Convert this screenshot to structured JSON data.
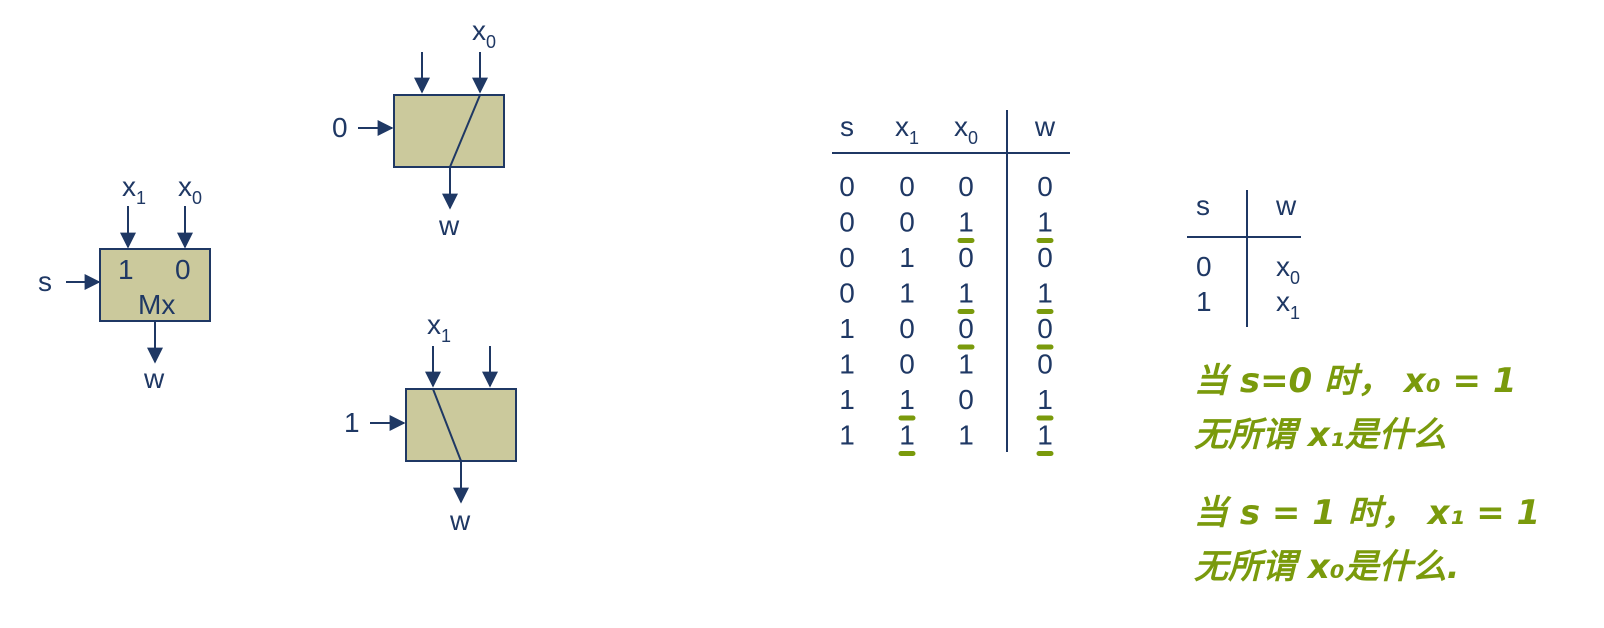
{
  "mux_symbol": {
    "input_1": "x",
    "input_1_sub": "1",
    "input_0": "x",
    "input_0_sub": "0",
    "select": "s",
    "port_1": "1",
    "port_0": "0",
    "name": "Mx",
    "output": "w"
  },
  "mux_case_0": {
    "select_value": "0",
    "input": "x",
    "input_sub": "0",
    "output": "w"
  },
  "mux_case_1": {
    "select_value": "1",
    "input": "x",
    "input_sub": "1",
    "output": "w"
  },
  "truth_table": {
    "headers": [
      {
        "text": "s",
        "sub": ""
      },
      {
        "text": "x",
        "sub": "1"
      },
      {
        "text": "x",
        "sub": "0"
      },
      {
        "text": "w",
        "sub": ""
      }
    ],
    "rows": [
      [
        "0",
        "0",
        "0",
        "0"
      ],
      [
        "0",
        "0",
        "1",
        "1"
      ],
      [
        "0",
        "1",
        "0",
        "0"
      ],
      [
        "0",
        "1",
        "1",
        "1"
      ],
      [
        "1",
        "0",
        "0",
        "0"
      ],
      [
        "1",
        "0",
        "1",
        "0"
      ],
      [
        "1",
        "1",
        "0",
        "1"
      ],
      [
        "1",
        "1",
        "1",
        "1"
      ]
    ],
    "underlined": [
      [
        1,
        2
      ],
      [
        1,
        3
      ],
      [
        3,
        2
      ],
      [
        3,
        3
      ],
      [
        4,
        2
      ],
      [
        4,
        3
      ],
      [
        6,
        1
      ],
      [
        6,
        3
      ],
      [
        7,
        1
      ],
      [
        7,
        3
      ]
    ]
  },
  "compact_table": {
    "headers": [
      "s",
      "w"
    ],
    "rows": [
      {
        "s": "0",
        "w": "x",
        "w_sub": "0"
      },
      {
        "s": "1",
        "w": "x",
        "w_sub": "1"
      }
    ]
  },
  "notes": [
    "当 s=0 时， x₀ = 1",
    "无所谓 x₁是什么",
    "当 s = 1 时， x₁ = 1",
    "无所谓 x₀是什么."
  ],
  "colors": {
    "ink": "#1f3864",
    "box_fill": "#cbc99c",
    "handwriting": "#7a9a0c"
  }
}
